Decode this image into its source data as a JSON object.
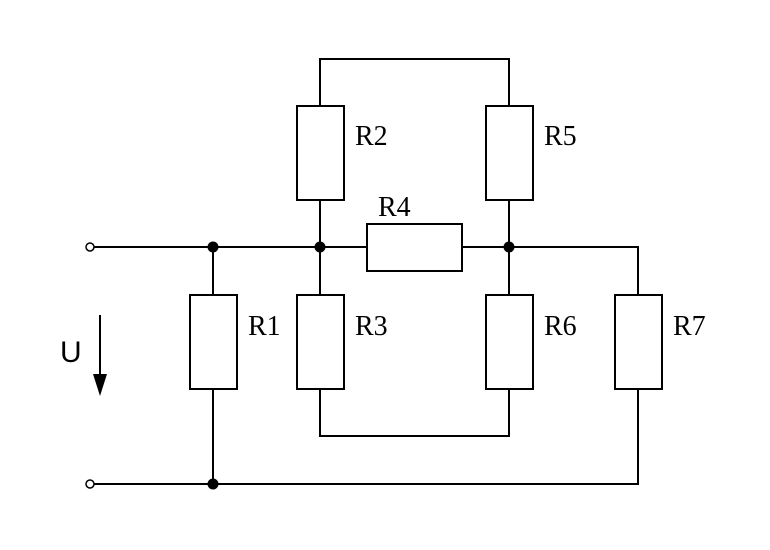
{
  "circuit": {
    "resistors": [
      {
        "id": "R1",
        "label": "R1"
      },
      {
        "id": "R2",
        "label": "R2"
      },
      {
        "id": "R3",
        "label": "R3"
      },
      {
        "id": "R4",
        "label": "R4"
      },
      {
        "id": "R5",
        "label": "R5"
      },
      {
        "id": "R6",
        "label": "R6"
      },
      {
        "id": "R7",
        "label": "R7"
      }
    ],
    "voltage": {
      "label": "U"
    }
  }
}
